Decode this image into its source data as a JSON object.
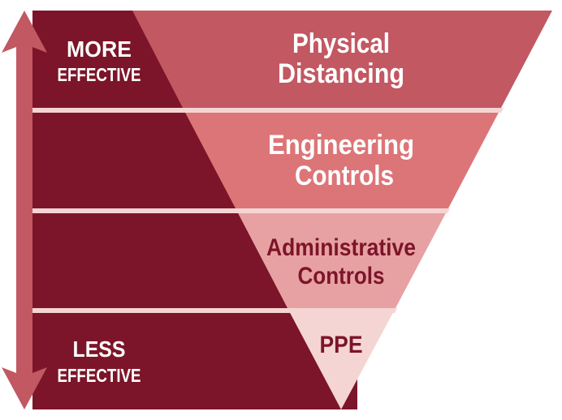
{
  "title": "Hierarchy of Controls",
  "scale": {
    "top_label_line1": "MORE",
    "top_label_line2": "EFFECTIVE",
    "bottom_label_line1": "LESS",
    "bottom_label_line2": "EFFECTIVE"
  },
  "levels": [
    {
      "line1": "Physical",
      "line2": "Distancing"
    },
    {
      "line1": "Engineering",
      "line2": "Controls"
    },
    {
      "line1": "Administrative",
      "line2": "Controls"
    },
    {
      "line1": "PPE"
    }
  ],
  "colors": {
    "dark": "#7c1529",
    "arrow": "#c25862",
    "level1": "#c25862",
    "level2": "#dc7578",
    "level3": "#e8a1a3",
    "level4": "#f5d5d4",
    "divider": "#f5d5d4",
    "light_text": "#ffffff",
    "dark_text": "#7c1529"
  }
}
